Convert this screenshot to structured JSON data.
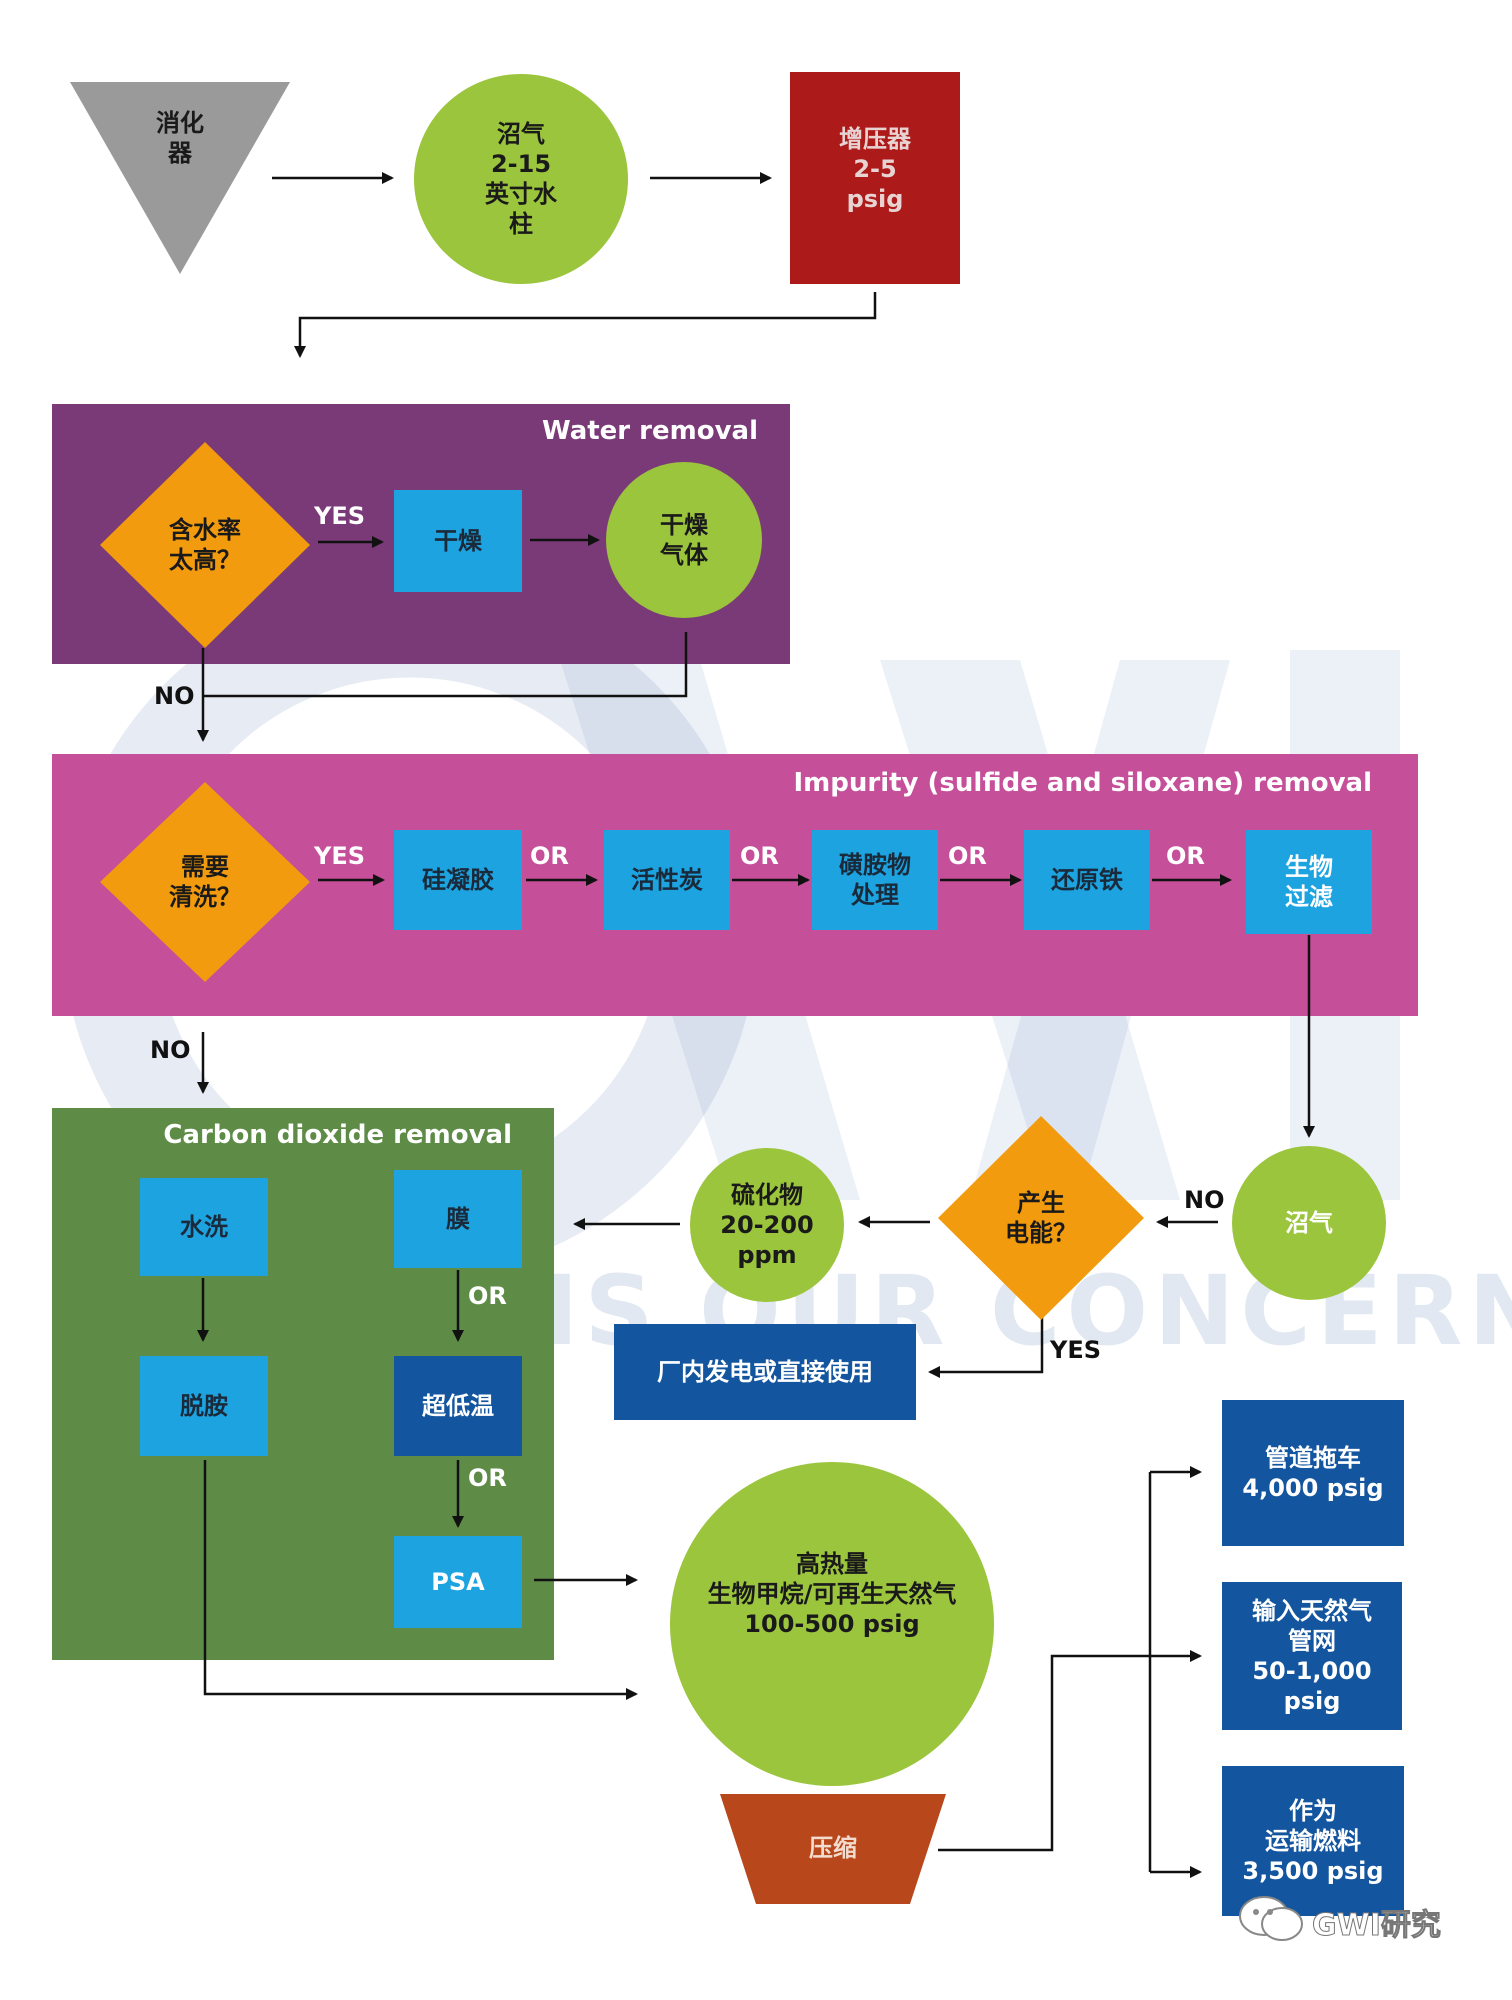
{
  "colors": {
    "purple": "#7a3a78",
    "magenta": "#c64f9a",
    "green_panel": "#5e8c47",
    "lime": "#9bc53d",
    "orange": "#f29b0f",
    "cyan": "#1ca3e0",
    "navy": "#13559e",
    "darkred": "#ad1a1a",
    "gray": "#9a9a9a",
    "brown": "#b8481c"
  },
  "top": {
    "digester": "消化\n器",
    "biogas": "沼气\n2-15\n英寸水\n柱",
    "booster": "增压器\n2-5\npsig"
  },
  "water": {
    "title": "Water removal",
    "question": "含水率\n太高？",
    "yes": "YES",
    "dry": "干燥",
    "dry_gas": "干燥\n气体"
  },
  "no_labels": [
    "NO",
    "NO",
    "NO"
  ],
  "impurity": {
    "title": "Impurity (sulfide and siloxane) removal",
    "question": "需要\n清洗？",
    "yes": "YES",
    "options": [
      "硅凝胶",
      "活性炭",
      "磺胺物\n处理",
      "还原铁",
      "生物\n过滤"
    ],
    "or": [
      "OR",
      "OR",
      "OR",
      "OR"
    ]
  },
  "co2": {
    "title": "Carbon dioxide removal",
    "water_wash": "水洗",
    "deamine": "脱胺",
    "membrane": "膜",
    "cryo": "超低温",
    "psa": "PSA",
    "or": [
      "OR",
      "OR"
    ]
  },
  "mid": {
    "biogas": "沼气",
    "power_question": "产生\n电能？",
    "yes": "YES",
    "sulfide": "硫化物\n20-200\nppm",
    "onsite": "厂内发电或直接使用"
  },
  "bottom": {
    "rng": "高热量\n生物甲烷/可再生天然气\n100-500 psig",
    "compress": "压缩",
    "outputs": [
      "管道拖车\n4,000 psig",
      "输入天然气\n管网\n50-1,000\npsig",
      "作为\n运输燃料\n3,500 psig"
    ]
  },
  "watermark": {
    "text": "WATER IS OUR CONCERN"
  },
  "logo": {
    "text": "GWI研究"
  }
}
